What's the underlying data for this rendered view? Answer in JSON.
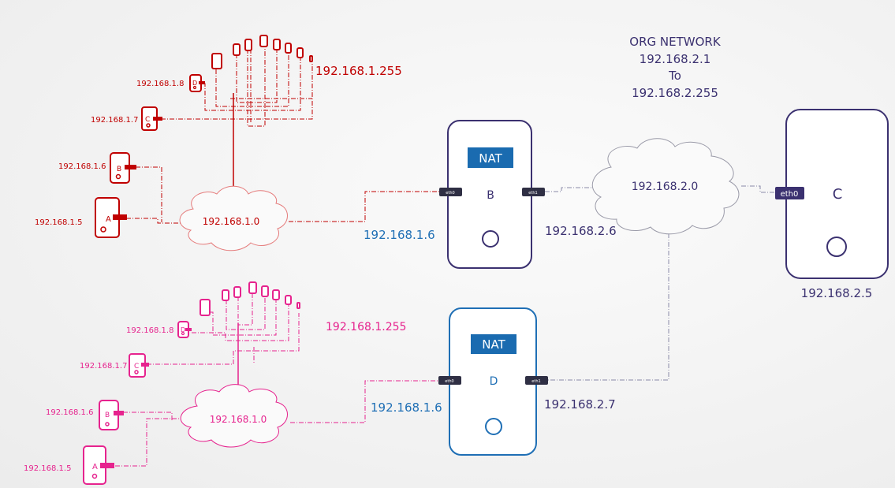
{
  "colors": {
    "red": "#c00000",
    "magenta": "#e6238e",
    "navy": "#3b3170",
    "blue": "#1f6fb5",
    "nat_fill": "#1a6bb0",
    "cloud_red": "#e57c7c",
    "cloud_pink": "#e6238e",
    "cloud_gray": "#9a9aa8"
  },
  "org_network": {
    "line1": "ORG NETWORK",
    "line2": "192.168.2.1",
    "line3": "To",
    "line4": "192.168.2.255"
  },
  "top_lan": {
    "devices": {
      "a": {
        "letter": "A",
        "ip": "192.168.1.5"
      },
      "b": {
        "letter": "B",
        "ip": "192.168.1.6"
      },
      "c": {
        "letter": "C",
        "ip": "192.168.1.7"
      },
      "d": {
        "letter": "D",
        "ip": "192.168.1.8"
      }
    },
    "broadcast": "192.168.1.255",
    "cloud": "192.168.1.0"
  },
  "bottom_lan": {
    "devices": {
      "a": {
        "letter": "A",
        "ip": "192.168.1.5"
      },
      "b": {
        "letter": "B",
        "ip": "192.168.1.6"
      },
      "c": {
        "letter": "C",
        "ip": "192.168.1.7"
      },
      "d": {
        "letter": "D",
        "ip": "192.168.1.8"
      }
    },
    "broadcast": "192.168.1.255",
    "cloud": "192.168.1.0"
  },
  "router_b": {
    "letter": "B",
    "nat": "NAT",
    "eth0": "eth0",
    "eth1": "eth1",
    "ip_lan": "192.168.1.6",
    "ip_wan": "192.168.2.6"
  },
  "router_d": {
    "letter": "D",
    "nat": "NAT",
    "eth0": "eth0",
    "eth1": "eth1",
    "ip_lan": "192.168.1.6",
    "ip_wan": "192.168.2.7"
  },
  "org_cloud": "192.168.2.0",
  "server_c": {
    "letter": "C",
    "eth0": "eth0",
    "ip": "192.168.2.5"
  }
}
